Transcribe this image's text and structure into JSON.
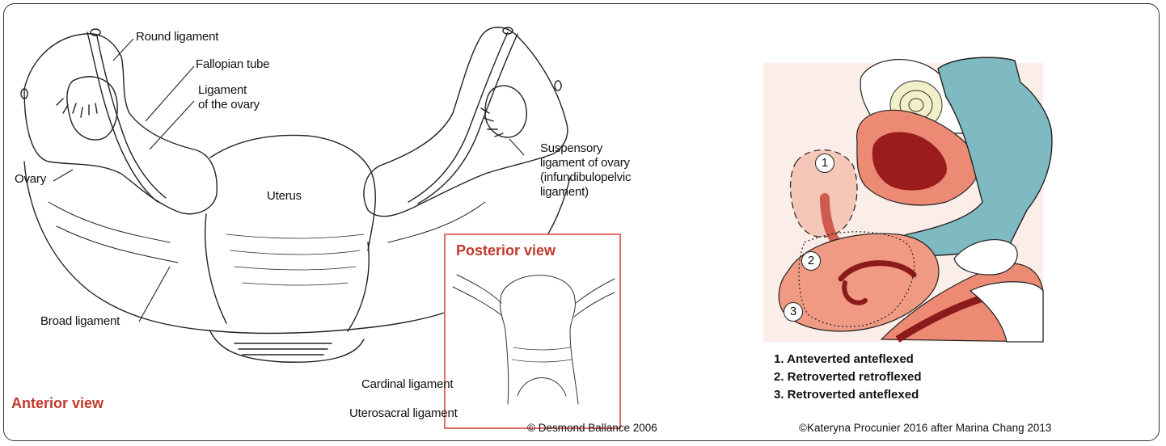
{
  "anterior": {
    "title": "Anterior view",
    "labels": {
      "round_ligament": "Round ligament",
      "fallopian_tube": "Fallopian tube",
      "ligament_of_ovary_1": "Ligament",
      "ligament_of_ovary_2": "of the ovary",
      "suspensory_1": "Suspensory",
      "suspensory_2": "ligament of ovary",
      "suspensory_3": "(infundibulopelvic",
      "suspensory_4": "ligament)",
      "ovary": "Ovary",
      "uterus": "Uterus",
      "broad_ligament": "Broad ligament"
    }
  },
  "posterior": {
    "title": "Posterior view",
    "labels": {
      "cardinal_ligament": "Cardinal ligament",
      "uterosacral_ligament": "Uterosacral ligament"
    }
  },
  "credits": {
    "left": "© Desmond Ballance 2006",
    "right": "©Kateryna Procunier 2016 after Marina Chang 2013"
  },
  "positions": {
    "markers": [
      "1",
      "2",
      "3"
    ],
    "legend": [
      "1. Anteverted anteflexed",
      "2. Retroverted retroflexed",
      "3. Retroverted anteflexed"
    ]
  },
  "colors": {
    "accent_red": "#c0392b",
    "glove": "#7fb9c2",
    "tissue_pink": "#f2b8a6",
    "uterus_salmon": "#ec8a74",
    "dark_red": "#8b1a1a",
    "background_skin": "#fbeee8"
  }
}
